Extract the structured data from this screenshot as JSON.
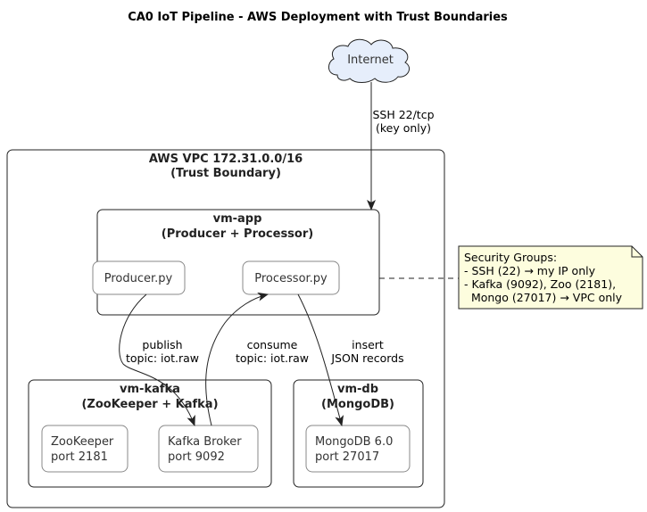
{
  "title": "CA0 IoT Pipeline - AWS Deployment with Trust Boundaries",
  "internet": {
    "label": "Internet"
  },
  "vpc": {
    "title_line1": "AWS VPC 172.31.0.0/16",
    "title_line2": "(Trust Boundary)"
  },
  "vm_app": {
    "title_line1": "vm-app",
    "title_line2": "(Producer + Processor)",
    "producer": "Producer.py",
    "processor": "Processor.py"
  },
  "vm_kafka": {
    "title_line1": "vm-kafka",
    "title_line2": "(ZooKeeper + Kafka)",
    "zookeeper_line1": "ZooKeeper",
    "zookeeper_line2": "port 2181",
    "broker_line1": "Kafka Broker",
    "broker_line2": "port 9092"
  },
  "vm_db": {
    "title_line1": "vm-db",
    "title_line2": "(MongoDB)",
    "mongo_line1": "MongoDB 6.0",
    "mongo_line2": "port 27017"
  },
  "edges": {
    "ssh": {
      "line1": "SSH 22/tcp",
      "line2": "(key only)"
    },
    "publish": {
      "line1": "publish",
      "line2": "topic: iot.raw"
    },
    "consume": {
      "line1": "consume",
      "line2": "topic: iot.raw"
    },
    "insert": {
      "line1": "insert",
      "line2": "JSON records"
    }
  },
  "note": {
    "line1": "Security Groups:",
    "line2": "- SSH (22) → my IP only",
    "line3": "- Kafka (9092), Zoo (2181),",
    "line4": "  Mongo (27017) → VPC only"
  },
  "colors": {
    "cloud_fill": "#e6eefb",
    "note_fill": "#fdfdde",
    "component_border": "#888888"
  }
}
